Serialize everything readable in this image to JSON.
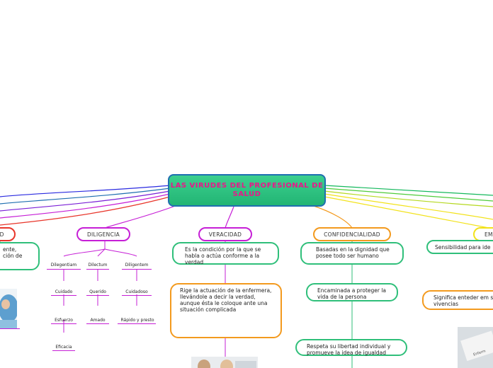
{
  "root": {
    "title": "LAS VIRUDES DEL PROFESIONAL DE SALUD"
  },
  "branches": {
    "left_cut": "AD",
    "diligencia": "DILIGENCIA",
    "veracidad": "VERACIDAD",
    "confidencialidad": "CONFIDENCIALIDAD",
    "right_cut": "EMP"
  },
  "left_cut_bubble": [
    "ente,",
    "ción de"
  ],
  "diligencia": {
    "col1": [
      "Dilegentiam",
      "Cuidado",
      "Esfuerzo",
      "Eficacia"
    ],
    "col2": [
      "Dilectum",
      "Querido",
      "Amado"
    ],
    "col3": [
      "Diligentem",
      "Cuidadoso",
      "Rápido y presto"
    ]
  },
  "veracidad": {
    "bubble1": "Es la condición por la que se habla o actúa conforme a la verdad",
    "bubble2": "Rige la actuación de la enfermera, llevándole a decir la verdad, aunque ésta le coloque ante una situación complicada"
  },
  "confidencialidad": {
    "bubble1": "Basadas en la dignidad que posee todo ser humano",
    "bubble2": "Encaminada a proteger la vida de la persona",
    "bubble3": "Respeta su libertad individual y promueve la idea de igualdad"
  },
  "empatia": {
    "bubble1": "Sensibilidad para ide",
    "bubble2": "Significa enteder em sus vivencias",
    "photo_text": "Enferm"
  },
  "colors": {
    "green": "#2fbf7a",
    "magenta": "#c61fd6",
    "orange": "#f39a1e",
    "yellow": "#f2e21a",
    "red": "#e8352a",
    "blue": "#1f6fb0",
    "pink_text": "#e8188a"
  }
}
